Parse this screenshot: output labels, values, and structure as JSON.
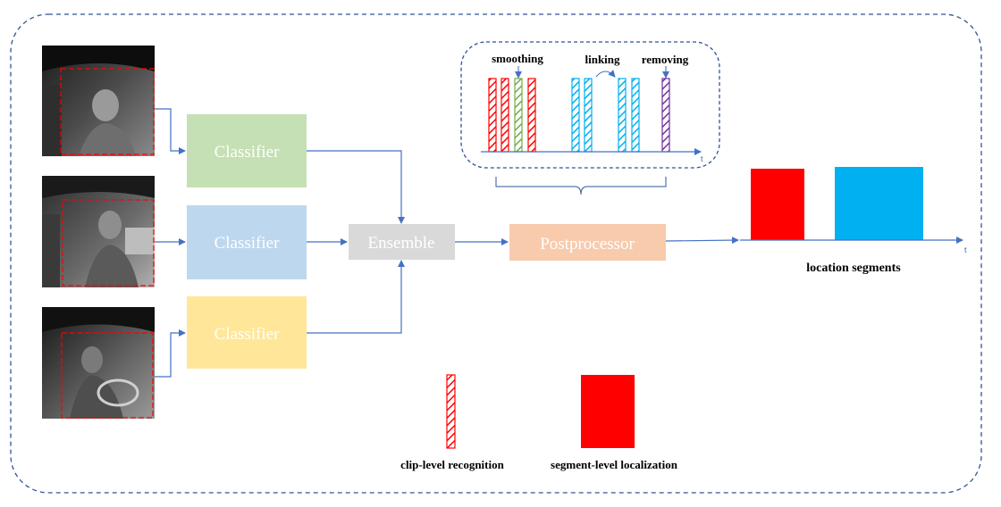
{
  "colors": {
    "classifier_1": "#c5e0b4",
    "classifier_2": "#bdd7ee",
    "classifier_3": "#ffe699",
    "ensemble": "#d9d9d9",
    "postprocessor": "#f8cbad",
    "arrow": "#4472c4",
    "dashed_border": "#2f5597",
    "red": "#ff0000",
    "green": "#70ad47",
    "cyan": "#00b0f0",
    "purple": "#7030a0"
  },
  "inputs": [
    {
      "kind": "cabin-camera-frame-top"
    },
    {
      "kind": "cabin-camera-frame-middle"
    },
    {
      "kind": "cabin-camera-frame-bottom"
    }
  ],
  "classifiers": [
    {
      "label": "Classifier"
    },
    {
      "label": "Classifier"
    },
    {
      "label": "Classifier"
    }
  ],
  "ensemble": {
    "label": "Ensemble"
  },
  "postprocessor": {
    "label": "Postprocessor"
  },
  "inset": {
    "step_smoothing": "smoothing",
    "step_linking": "linking",
    "step_removing": "removing",
    "axis_label": "t",
    "clips": [
      {
        "color": "red"
      },
      {
        "color": "red"
      },
      {
        "color": "green"
      },
      {
        "color": "red"
      },
      {
        "color": "cyan"
      },
      {
        "color": "cyan"
      },
      {
        "color": "cyan"
      },
      {
        "color": "cyan"
      },
      {
        "color": "purple"
      }
    ]
  },
  "output": {
    "caption": "location segments",
    "axis_label": "t",
    "segments": [
      {
        "color": "red"
      },
      {
        "color": "cyan"
      }
    ]
  },
  "legend": {
    "clip_label": "clip-level recognition",
    "segment_label": "segment-level localization"
  }
}
